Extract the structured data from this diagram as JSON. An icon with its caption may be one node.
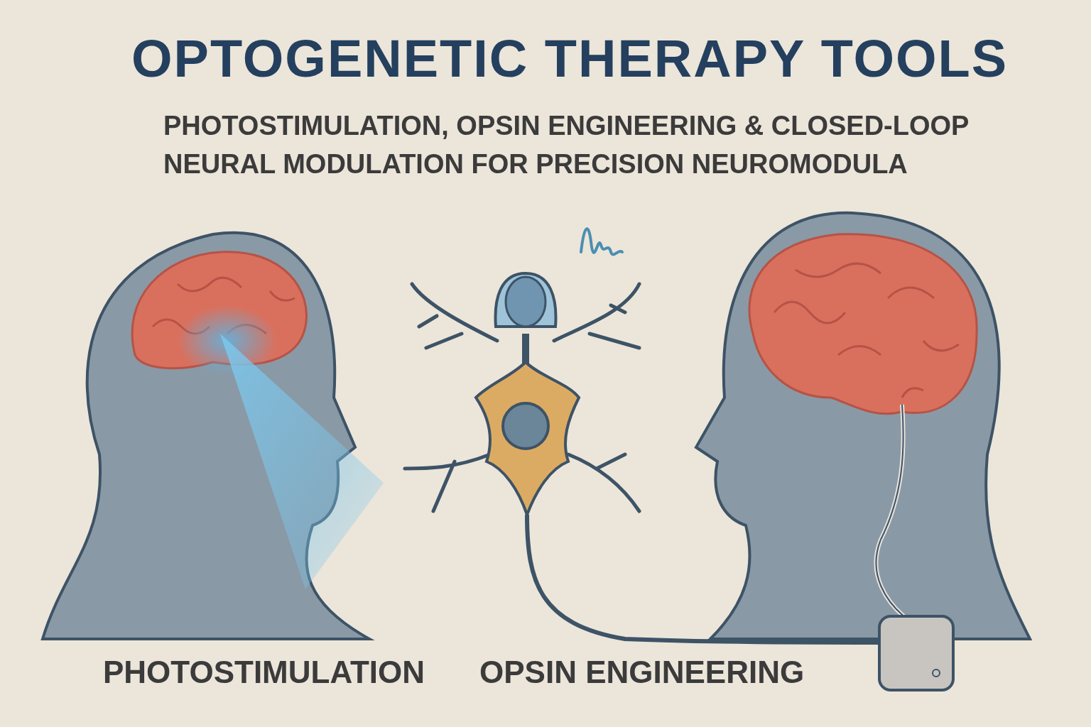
{
  "diagram": {
    "title": "OPTOGENETIC THERAPY TOOLS",
    "labels": [
      "PHOTOSTIMULATION, OPSIN ENGINEERING & CLOSED-LOOP NEURAL MODULATION FOR PRECISION NEUROMODULA",
      "PHOTOSTIMULATION",
      "OPSIN ENGINEERING"
    ]
  }
}
